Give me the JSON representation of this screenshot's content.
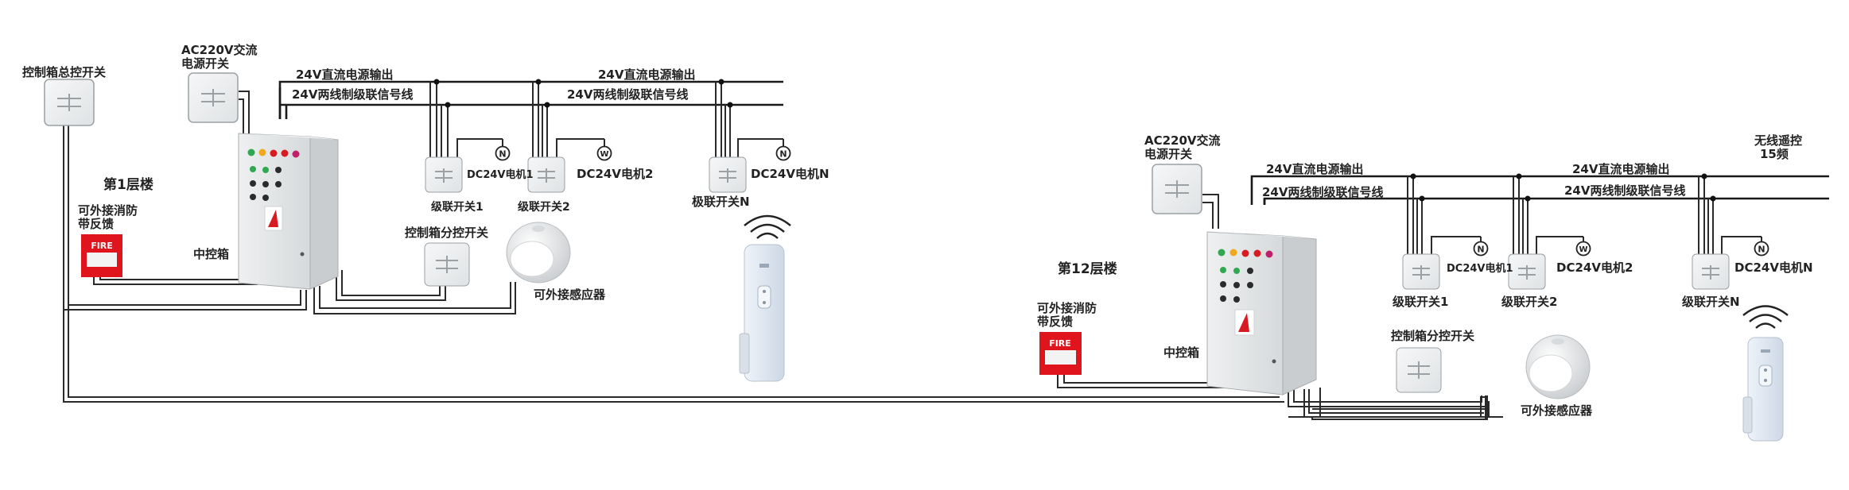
{
  "colors": {
    "wire": "#2a2a2a",
    "fire_red": "#e0141c",
    "panel": "#e4e6e7",
    "switch": "#eceeef",
    "remote": "#e3eaf3",
    "led_colors": [
      "#d81b22",
      "#f0a81e",
      "#2fa84f",
      "#d81b22",
      "#c0206a"
    ]
  },
  "floor1": {
    "master_switch_label": "控制箱总控开关",
    "ac_switch_label_line1": "AC220V交流",
    "ac_switch_label_line2": "电源开关",
    "floor_label": "第1层楼",
    "fire_label_line1": "可外接消防",
    "fire_label_line2": "带反馈",
    "fire_button_text": "FIRE",
    "controller_label": "中控箱",
    "dc_output_label_a": "24V直流电源输出",
    "dc_output_label_b": "24V直流电源输出",
    "signal_label_a": "24V两线制级联信号线",
    "signal_label_b": "24V两线制级联信号线",
    "motor1_label": "DC24V电机1",
    "motor2_label": "DC24V电机2",
    "motorN_label": "DC24V电机N",
    "motor_symbol_n": "N",
    "motor_symbol_w": "W",
    "cascade1_label": "级联开关1",
    "cascade2_label": "级联开关2",
    "cascadeN_label": "极联开关N",
    "branch_switch_label": "控制箱分控开关",
    "sensor_label": "可外接感应器"
  },
  "floor12": {
    "ac_switch_label_line1": "AC220V交流",
    "ac_switch_label_line2": "电源开关",
    "floor_label": "第12层楼",
    "fire_label_line1": "可外接消防",
    "fire_label_line2": "带反馈",
    "fire_button_text": "FIRE",
    "controller_label": "中控箱",
    "dc_output_label_a": "24V直流电源输出",
    "dc_output_label_b": "24V直流电源输出",
    "signal_label_a": "24V两线制级联信号线",
    "signal_label_b": "24V两线制级联信号线",
    "motor1_label": "DC24V电机1",
    "motor2_label": "DC24V电机2",
    "motorN_label": "DC24V电机N",
    "motor_symbol_n": "N",
    "motor_symbol_w": "W",
    "cascade1_label": "级联开关1",
    "cascade2_label": "级联开关2",
    "cascadeN_label": "级联开关N",
    "branch_switch_label": "控制箱分控开关",
    "sensor_label": "可外接感应器",
    "remote_label_line1": "无线遥控",
    "remote_label_line2": "15频"
  }
}
